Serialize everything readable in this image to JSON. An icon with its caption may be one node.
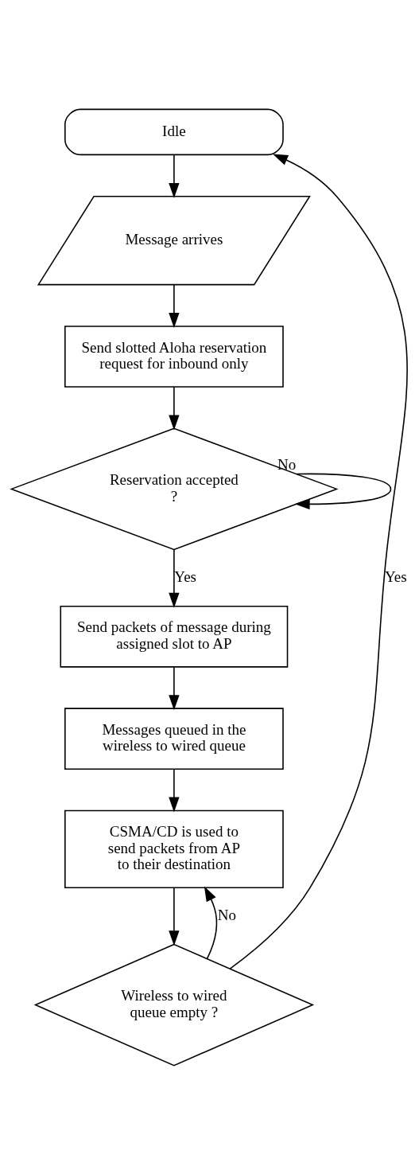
{
  "diagram": {
    "nodes": [
      {
        "text": [
          "Idle"
        ]
      },
      {
        "text": [
          "Message arrives"
        ]
      },
      {
        "text": [
          "Send slotted Aloha reservation request for inbound only"
        ]
      },
      {
        "text": [
          "Reservation accepted ?"
        ]
      },
      {
        "text": [
          "Send packets of message during assigned slot to AP"
        ]
      },
      {
        "text": [
          "Messages queued in the wireless to wired queue"
        ]
      },
      {
        "text": [
          "CSMA/CD is used to send packets from AP to their destination"
        ]
      },
      {
        "text": [
          "Wireless to wired queue empty ?"
        ]
      }
    ],
    "edges": [
      {
        "from": 0,
        "to": 1,
        "arrow": "to"
      },
      {
        "from": 1,
        "to": 2,
        "arrow": "to"
      },
      {
        "from": 2,
        "to": 3,
        "arrow": "to"
      },
      {
        "from": 3,
        "to": 3,
        "arrow": "to",
        "label": "No"
      },
      {
        "from": 3,
        "to": 4,
        "arrow": "to",
        "label": "Yes"
      },
      {
        "from": 4,
        "to": 5,
        "arrow": "to"
      },
      {
        "from": 5,
        "to": 6,
        "arrow": "to"
      },
      {
        "from": 7,
        "to": 6,
        "arrow": "to",
        "label": "No"
      },
      {
        "from": 6,
        "to": 7,
        "arrow": "to"
      },
      {
        "from": 7,
        "to": 0,
        "arrow": "to",
        "label": "Yes"
      }
    ]
  }
}
